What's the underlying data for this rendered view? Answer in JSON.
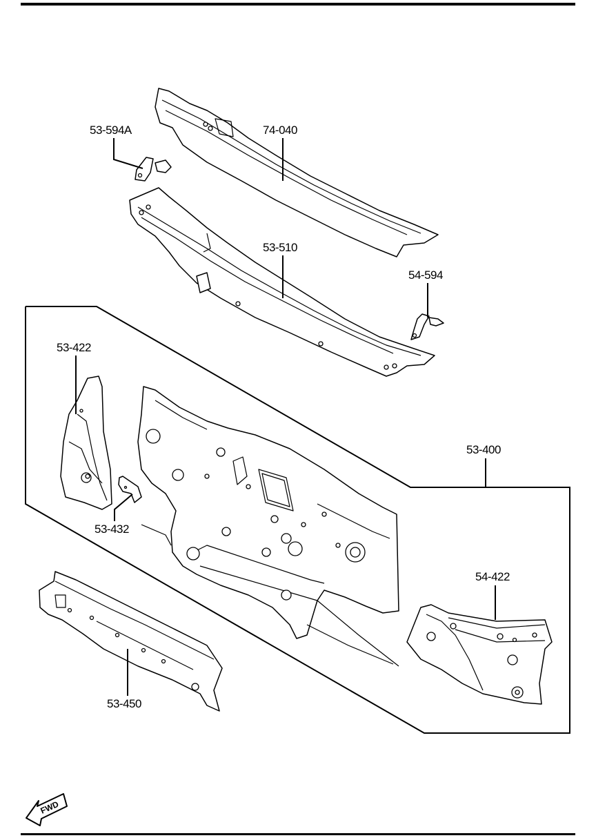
{
  "diagram": {
    "type": "exploded parts diagram",
    "parts": [
      {
        "id": "cowl-grille-panel",
        "label": "74-040"
      },
      {
        "id": "bracket-left",
        "label": "53-594A"
      },
      {
        "id": "cowl-panel",
        "label": "53-510"
      },
      {
        "id": "bracket-right",
        "label": "54-594"
      },
      {
        "id": "dash-panel-assembly",
        "label": "53-400"
      },
      {
        "id": "side-panel-left",
        "label": "53-422"
      },
      {
        "id": "small-bracket",
        "label": "53-432"
      },
      {
        "id": "floor-member",
        "label": "53-450"
      },
      {
        "id": "side-panel-right",
        "label": "54-422"
      }
    ],
    "direction_indicator": {
      "icon": "fwd-arrow-icon",
      "text": "FWD"
    }
  }
}
